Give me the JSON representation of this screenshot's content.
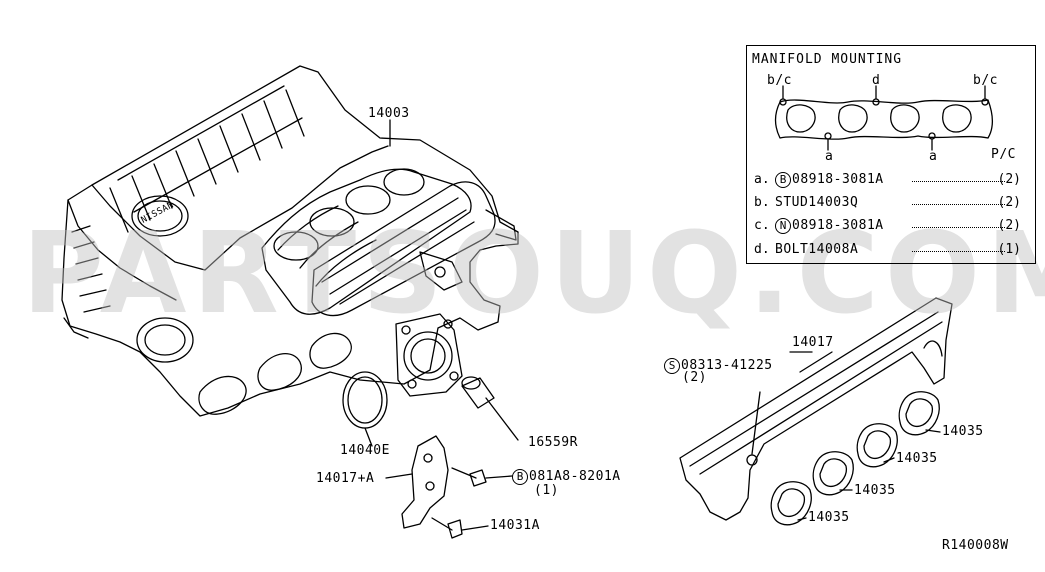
{
  "diagram_code": "R140008W",
  "watermark": "PARTSOUQ.COM",
  "badge_text": "NISSAN",
  "legend": {
    "title": "MANIFOLD MOUNTING",
    "col_header": "P/C",
    "callouts": {
      "bc_left": "b/c",
      "d": "d",
      "bc_right": "b/c",
      "a_left": "a",
      "a_right": "a"
    },
    "rows": [
      {
        "letter": "a.",
        "symbol": "B",
        "part": "08918-3081A",
        "qty": "(2)"
      },
      {
        "letter": "b.",
        "symbol": "",
        "part": "STUD14003Q",
        "qty": "(2)"
      },
      {
        "letter": "c.",
        "symbol": "N",
        "part": "08918-3081A",
        "qty": "(2)"
      },
      {
        "letter": "d.",
        "symbol": "",
        "part": "BOLT14008A",
        "qty": "(1)"
      }
    ]
  },
  "parts": {
    "p14003": "14003",
    "p14040e": "14040E",
    "p16559r": "16559R",
    "p14017a": "14017+A",
    "p081a8_sym": "B",
    "p081a8": "081A8-8201A",
    "p081a8_qty": "(1)",
    "p14031a": "14031A",
    "p14017": "14017",
    "p08313_sym": "S",
    "p08313": "08313-41225",
    "p08313_qty": "(2)",
    "p14035_1": "14035",
    "p14035_2": "14035",
    "p14035_3": "14035",
    "p14035_4": "14035"
  }
}
